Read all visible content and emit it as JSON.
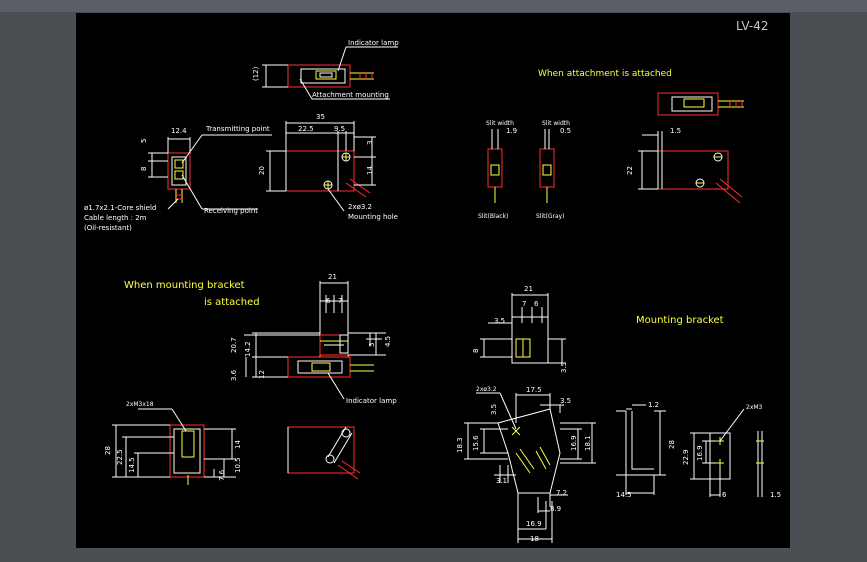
{
  "title": "LV-42",
  "headings": {
    "attachment": "When attachment is attached",
    "mounting_bracket_line1": "When mounting bracket",
    "mounting_bracket_line2": "is attached",
    "bracket": "Mounting bracket"
  },
  "labels": {
    "indicator_lamp": "Indicator lamp",
    "attachment_mounting": "Attachment mounting",
    "transmitting_point": "Transmitting point",
    "receiving_point": "Receiving point",
    "cable_line1": "ø1.7x2.1-Core shield",
    "cable_line2": "Cable length : 2m",
    "cable_line3": "(Oil-resistant)",
    "screw_hole": "2xø3.2",
    "mounting_hole": "Mounting hole",
    "slit_width_a": "Slit width",
    "slit_width_b": "Slit width",
    "slit_black": "Slit(Black)",
    "slit_gray": "Slit(Gray)",
    "indicator_lamp_2": "Indicator lamp",
    "m3_screws": "2xM3x18",
    "bracket_holes": "2xø3.2",
    "bracket_m3": "2xM3"
  },
  "dims": {
    "d12p": "(12)",
    "d35": "35",
    "d12_4": "12.4",
    "d22_5": "22.5",
    "d9_5": "9.5",
    "d5": "5",
    "d8": "8",
    "d20": "20",
    "d14": "14",
    "d3": "3",
    "d1_9": "1.9",
    "d0_5": "0.5",
    "d1_5": "1.5",
    "d22": "22",
    "d21a": "21",
    "d6": "6",
    "d7": "7",
    "d20_7": "20.7",
    "d14_2": "14.2",
    "d3_6": "3.6",
    "d12": "12",
    "d5b": "5",
    "d4_5": "4.5",
    "d28": "28",
    "d22_5b": "22.5",
    "d14_5": "14.5",
    "d14b": "14",
    "d10_5": "10.5",
    "d7_6": "7.6",
    "d21b": "21",
    "d7b": "7",
    "d6b": "6",
    "d3_5a": "3.5",
    "d8b": "8",
    "d3_5b": "3.5",
    "d17_5": "17.5",
    "d3_5c": "3.5",
    "d3_5d": "3.5",
    "d18_3": "18.3",
    "d15_6": "15.6",
    "d16_9a": "16.9",
    "d18_1": "18.1",
    "d3_1": "3.1",
    "d7_2": "7.2",
    "d8_9": "8.9",
    "d16_9b": "16.9",
    "d18": "18",
    "d1_2": "1.2",
    "d28b": "28",
    "d14_5b": "14.5",
    "d22_9": "22.9",
    "d16_9c": "16.9",
    "d6c": "6",
    "d1_5b": "1.5"
  }
}
